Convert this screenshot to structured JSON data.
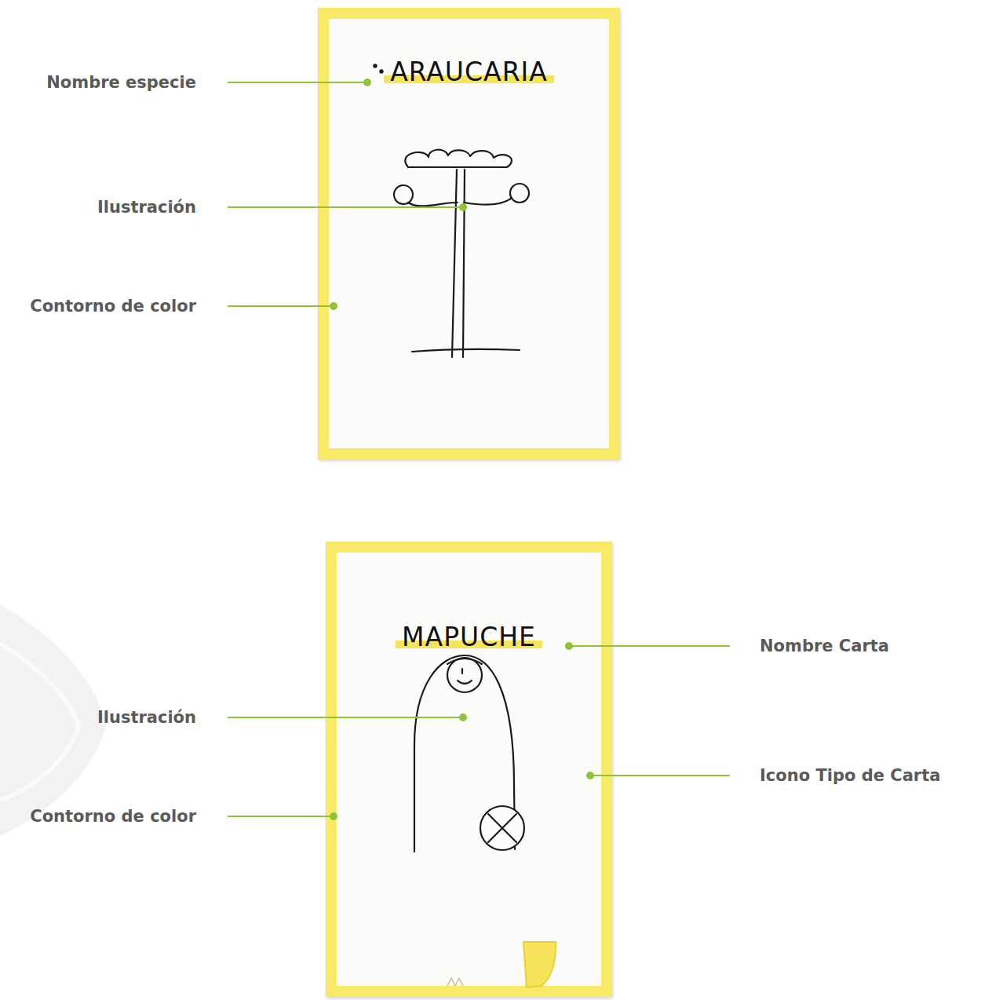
{
  "diagram": {
    "nodes": [
      {
        "text": [
          "ARAUCARIA"
        ]
      },
      {
        "text": [
          "MAPUCHE"
        ]
      }
    ],
    "labels": [
      "Nombre especie",
      "Ilustración",
      "Contorno de color",
      "Nombre Carta",
      "Ilustración",
      "Icono Tipo de Carta",
      "Contorno de color"
    ]
  }
}
